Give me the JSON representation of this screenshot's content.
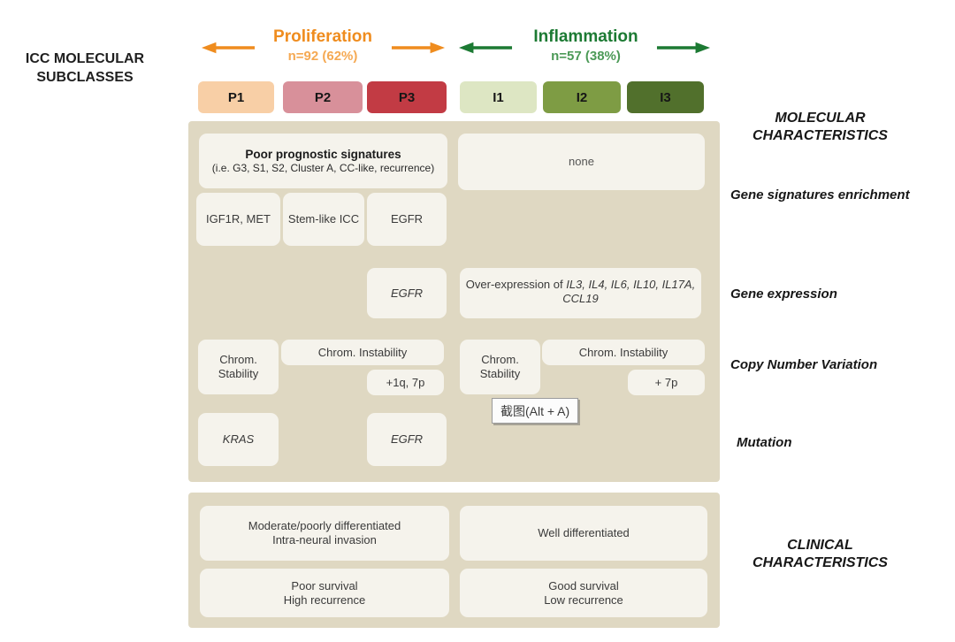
{
  "header": {
    "title_line1": "ICC MOLECULAR",
    "title_line2": "SUBCLASSES",
    "proliferation": {
      "label": "Proliferation",
      "count": "n=92 (62%)",
      "color": "#EF8C1E",
      "count_color": "#F5A953"
    },
    "inflammation": {
      "label": "Inflammation",
      "count": "n=57 (38%)",
      "color": "#1C7A33",
      "count_color": "#4C9A57"
    },
    "chips": [
      {
        "label": "P1",
        "color": "#F8CFA6"
      },
      {
        "label": "P2",
        "color": "#D8909A"
      },
      {
        "label": "P3",
        "color": "#C23B44"
      },
      {
        "label": "I1",
        "color": "#DDE6C3"
      },
      {
        "label": "I2",
        "color": "#7E9C44"
      },
      {
        "label": "I3",
        "color": "#51702C"
      }
    ]
  },
  "side_labels": {
    "molecular": "MOLECULAR CHARACTERISTICS",
    "gene_signatures": "Gene signatures enrichment",
    "gene_expression": "Gene expression",
    "copy_number_variation": "Copy Number Variation",
    "mutation": "Mutation",
    "clinical": "CLINICAL CHARACTERISTICS"
  },
  "molecular": {
    "panel_color": "#DFD8C2",
    "gene_signatures": {
      "proliferation_title": "Poor prognostic signatures",
      "proliferation_detail": "(i.e. G3, S1, S2, Cluster A, CC-like, recurrence)",
      "inflammation": "none",
      "p1": "IGF1R, MET",
      "p2": "Stem-like ICC",
      "p3": "EGFR"
    },
    "gene_expression": {
      "p3": "EGFR",
      "inflammation_prefix": "Over-expression of ",
      "inflammation_genes": "IL3, IL4, IL6, IL10, IL17A, CCL19"
    },
    "copy_number_variation": {
      "proliferation_stability": "Chrom. Stability",
      "proliferation_instability": "Chrom. Instability",
      "proliferation_gain": "+1q, 7p",
      "inflammation_stability": "Chrom. Stability",
      "inflammation_instability": "Chrom. Instability",
      "inflammation_gain": "+ 7p"
    },
    "mutation": {
      "p1": "KRAS",
      "p3": "EGFR"
    }
  },
  "clinical": {
    "histology_proliferation_line1": "Moderate/poorly differentiated",
    "histology_proliferation_line2": "Intra-neural invasion",
    "histology_inflammation": "Well differentiated",
    "outcome_proliferation_line1": "Poor survival",
    "outcome_proliferation_line2": "High recurrence",
    "outcome_inflammation_line1": "Good survival",
    "outcome_inflammation_line2": "Low recurrence"
  },
  "tooltip": {
    "text": "截图(Alt + A)"
  }
}
